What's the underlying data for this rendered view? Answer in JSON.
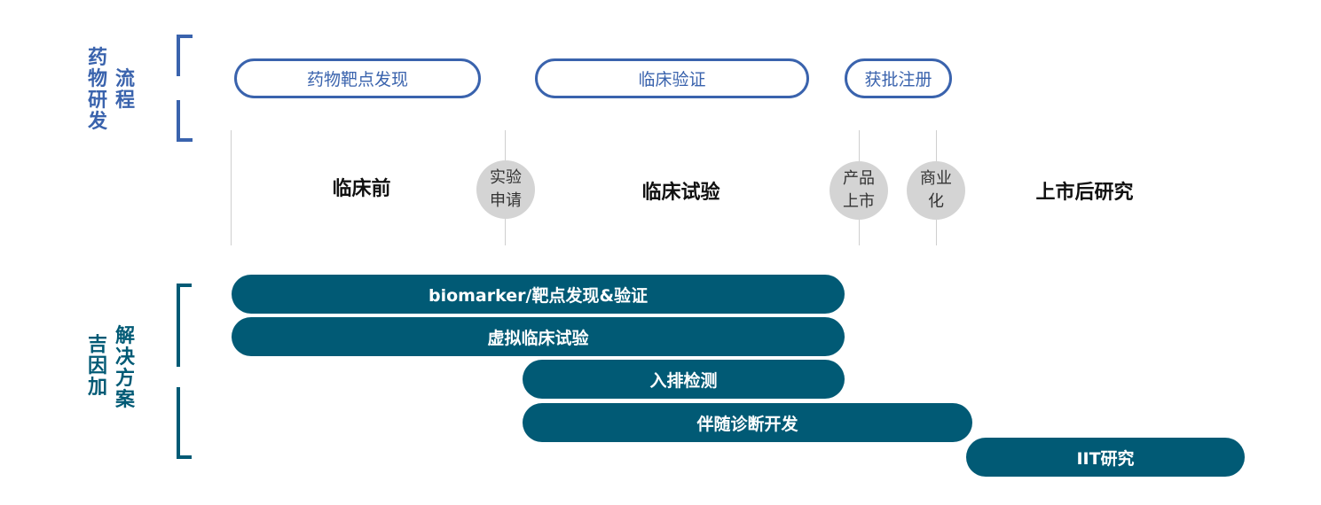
{
  "colors": {
    "process_blue": "#3a63ad",
    "solution_teal": "#015a75",
    "milestone_gray": "#d4d4d4",
    "divider_gray": "#cfcfcf"
  },
  "process": {
    "label_col1": "药物研发",
    "label_col2": "流程",
    "phases": [
      {
        "label": "药物靶点发现"
      },
      {
        "label": "临床验证"
      },
      {
        "label": "获批注册"
      }
    ]
  },
  "timeline": {
    "stages": [
      {
        "label": "临床前"
      },
      {
        "label": "临床试验"
      },
      {
        "label": "上市后研究"
      }
    ],
    "milestones": [
      {
        "line1": "实验",
        "line2": "申请"
      },
      {
        "line1": "产品",
        "line2": "上市"
      },
      {
        "line1": "商业",
        "line2": "化"
      }
    ]
  },
  "solutions": {
    "label_col1": "吉因加",
    "label_col2": "解决方案",
    "bars": [
      {
        "label": "biomarker/靶点发现&验证"
      },
      {
        "label": "虚拟临床试验"
      },
      {
        "label": "入排检测"
      },
      {
        "label": "伴随诊断开发"
      },
      {
        "label": "IIT研究"
      }
    ]
  }
}
